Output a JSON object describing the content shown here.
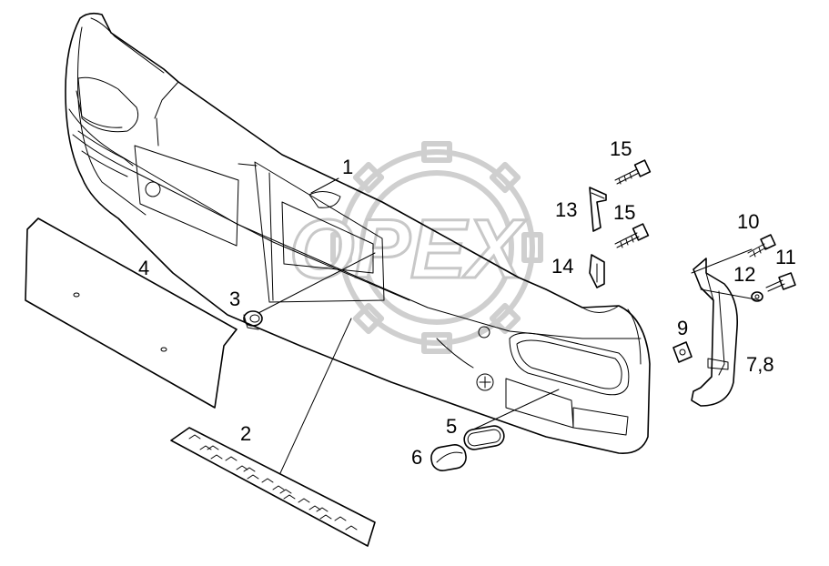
{
  "diagram": {
    "watermark_text": "OPEX",
    "callouts": {
      "c1": "1",
      "c2": "2",
      "c3": "3",
      "c4": "4",
      "c5": "5",
      "c6": "6",
      "c78": "7,8",
      "c9": "9",
      "c10": "10",
      "c11": "11",
      "c12": "12",
      "c13": "13",
      "c14": "14",
      "c15a": "15",
      "c15b": "15"
    },
    "colors": {
      "line": "#000000",
      "watermark": "#c8c8c8",
      "background": "#ffffff"
    }
  }
}
